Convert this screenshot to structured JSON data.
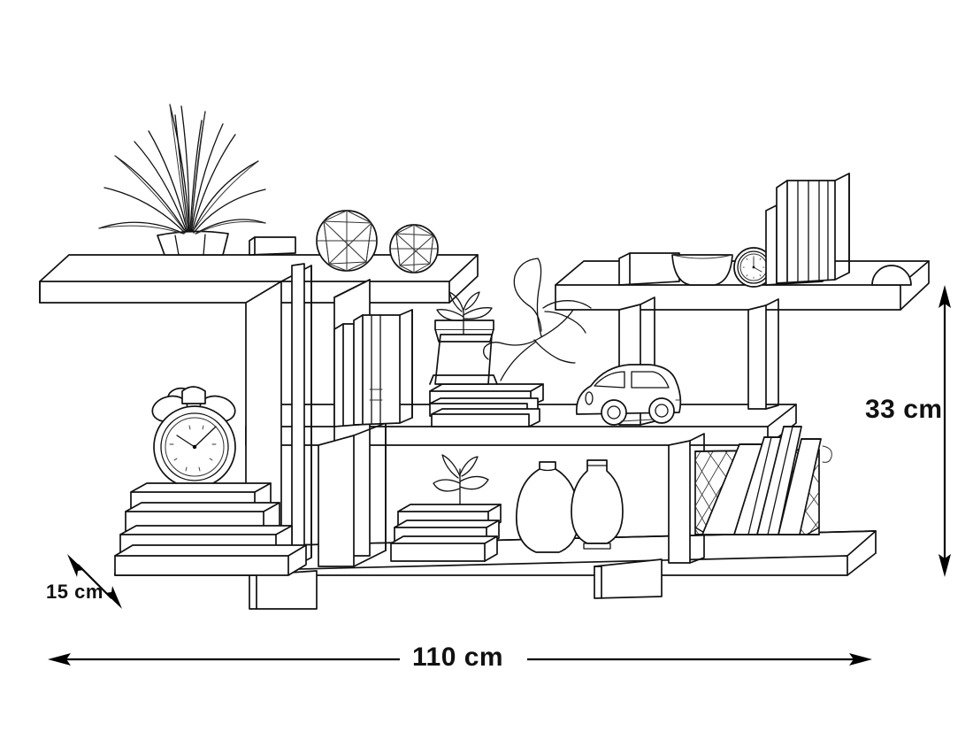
{
  "drawing": {
    "title": "Wall shelf unit line drawing",
    "style": "black and white technical line art, isometric",
    "background_color": "#ffffff",
    "line_color": "#111111"
  },
  "dimensions": {
    "height": {
      "value": "33",
      "unit": "cm",
      "label": "33 cm",
      "orientation": "vertical",
      "position": "right"
    },
    "width": {
      "value": "110",
      "unit": "cm",
      "label": "110 cm",
      "orientation": "horizontal",
      "position": "bottom"
    },
    "depth": {
      "value": "15",
      "unit": "cm",
      "label": "15 cm",
      "orientation": "diagonal",
      "position": "bottom-left"
    }
  },
  "furniture": {
    "name": "wall shelf unit",
    "shelf_count": 3,
    "shelves": [
      {
        "name": "top-shelf-left",
        "level": "top",
        "side": "left"
      },
      {
        "name": "top-shelf-right",
        "level": "top",
        "side": "right"
      },
      {
        "name": "middle-shelf",
        "level": "middle",
        "side": "full"
      },
      {
        "name": "bottom-shelf",
        "level": "bottom",
        "side": "full"
      }
    ],
    "supports": [
      "left-vertical-panel",
      "center-vertical-panel",
      "right-vertical-panel",
      "left-foot",
      "right-foot"
    ]
  },
  "objects": [
    {
      "id": "spider-plant",
      "label": "potted grass plant",
      "shelf": "top-shelf-left"
    },
    {
      "id": "box-small",
      "label": "small box",
      "shelf": "top-shelf-left"
    },
    {
      "id": "geo-sphere-large",
      "label": "faceted sphere",
      "shelf": "top-shelf-left"
    },
    {
      "id": "geo-sphere-small",
      "label": "faceted sphere",
      "shelf": "top-shelf-left"
    },
    {
      "id": "box-right",
      "label": "small box",
      "shelf": "top-shelf-right"
    },
    {
      "id": "bowl",
      "label": "bowl",
      "shelf": "top-shelf-right"
    },
    {
      "id": "wall-clock",
      "label": "round clock",
      "shelf": "top-shelf-right"
    },
    {
      "id": "book-row-top",
      "label": "row of books",
      "shelf": "top-shelf-right"
    },
    {
      "id": "dome",
      "label": "dome ornament",
      "shelf": "top-shelf-right"
    },
    {
      "id": "book-row-middle",
      "label": "row of books",
      "shelf": "middle-shelf"
    },
    {
      "id": "potted-vine",
      "label": "potted plant with vine",
      "shelf": "middle-shelf"
    },
    {
      "id": "book-stack-middle",
      "label": "stack of books",
      "shelf": "middle-shelf"
    },
    {
      "id": "toy-car",
      "label": "toy car",
      "shelf": "middle-shelf"
    },
    {
      "id": "alarm-clock",
      "label": "twin bell alarm clock",
      "shelf": "bottom-shelf"
    },
    {
      "id": "book-stack-left",
      "label": "stack of books",
      "shelf": "bottom-shelf"
    },
    {
      "id": "sprout",
      "label": "small sprout",
      "shelf": "bottom-shelf"
    },
    {
      "id": "book-stack-center",
      "label": "stack of books",
      "shelf": "bottom-shelf"
    },
    {
      "id": "vase-round",
      "label": "round vase",
      "shelf": "bottom-shelf"
    },
    {
      "id": "vase-bottle",
      "label": "bottle vase",
      "shelf": "bottom-shelf"
    },
    {
      "id": "mesh-basket",
      "label": "mesh basket with books",
      "shelf": "bottom-shelf"
    }
  ]
}
